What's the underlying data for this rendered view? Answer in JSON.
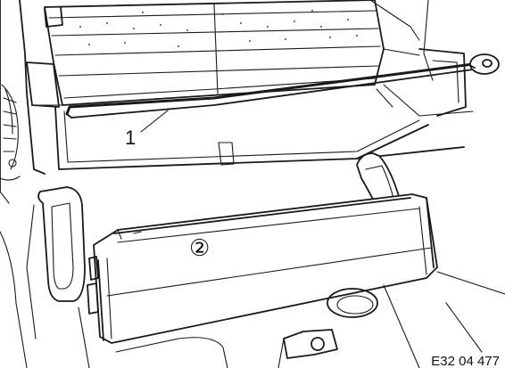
{
  "diagram": {
    "callouts": [
      {
        "id": "1",
        "label": "1"
      },
      {
        "id": "2",
        "label": "②"
      }
    ],
    "reference_code": "E32 04 477"
  },
  "colors": {
    "line": "#1a1a1a",
    "background": "#ffffff"
  }
}
